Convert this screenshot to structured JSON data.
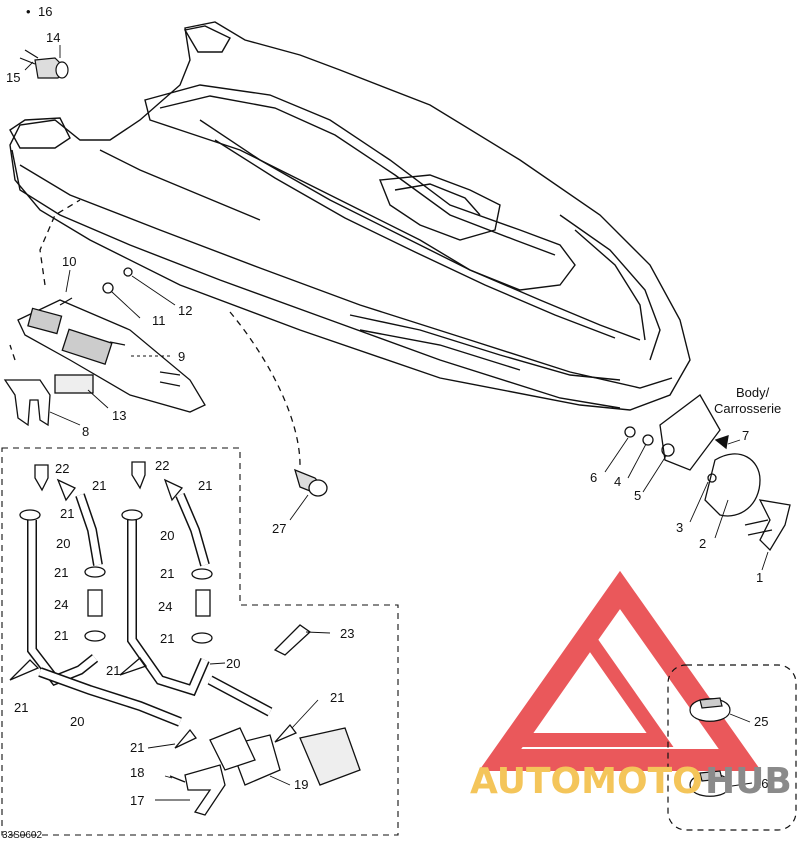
{
  "diagram_code": "33S0602",
  "corner_callout": "16",
  "body_note": [
    "Body/",
    "Carrosserie"
  ],
  "watermark": {
    "left": "AUTOMOTO",
    "right": "HUB",
    "left_color": "#f4c55a",
    "right_color": "#8a8a8a",
    "logo_color": "#e8474a"
  },
  "callouts": [
    {
      "id": "c1",
      "text": "1"
    },
    {
      "id": "c2",
      "text": "2"
    },
    {
      "id": "c3",
      "text": "3"
    },
    {
      "id": "c4",
      "text": "4"
    },
    {
      "id": "c5",
      "text": "5"
    },
    {
      "id": "c6",
      "text": "6"
    },
    {
      "id": "c7",
      "text": "7"
    },
    {
      "id": "c8",
      "text": "8"
    },
    {
      "id": "c9",
      "text": "9"
    },
    {
      "id": "c10",
      "text": "10"
    },
    {
      "id": "c11",
      "text": "11"
    },
    {
      "id": "c12",
      "text": "12"
    },
    {
      "id": "c13",
      "text": "13"
    },
    {
      "id": "c14",
      "text": "14"
    },
    {
      "id": "c15",
      "text": "15"
    },
    {
      "id": "c17",
      "text": "17"
    },
    {
      "id": "c18",
      "text": "18"
    },
    {
      "id": "c19",
      "text": "19"
    },
    {
      "id": "c20a",
      "text": "20"
    },
    {
      "id": "c20b",
      "text": "20"
    },
    {
      "id": "c20c",
      "text": "20"
    },
    {
      "id": "c20d",
      "text": "20"
    },
    {
      "id": "c21a",
      "text": "21"
    },
    {
      "id": "c21b",
      "text": "21"
    },
    {
      "id": "c21c",
      "text": "21"
    },
    {
      "id": "c21d",
      "text": "21"
    },
    {
      "id": "c21e",
      "text": "21"
    },
    {
      "id": "c21f",
      "text": "21"
    },
    {
      "id": "c21g",
      "text": "21"
    },
    {
      "id": "c21h",
      "text": "21"
    },
    {
      "id": "c21i",
      "text": "21"
    },
    {
      "id": "c21j",
      "text": "21"
    },
    {
      "id": "c21k",
      "text": "21"
    },
    {
      "id": "c21l",
      "text": "21"
    },
    {
      "id": "c22a",
      "text": "22"
    },
    {
      "id": "c22b",
      "text": "22"
    },
    {
      "id": "c23",
      "text": "23"
    },
    {
      "id": "c24a",
      "text": "24"
    },
    {
      "id": "c24b",
      "text": "24"
    },
    {
      "id": "c25",
      "text": "25"
    },
    {
      "id": "c26",
      "text": "26"
    },
    {
      "id": "c27",
      "text": "27"
    }
  ]
}
